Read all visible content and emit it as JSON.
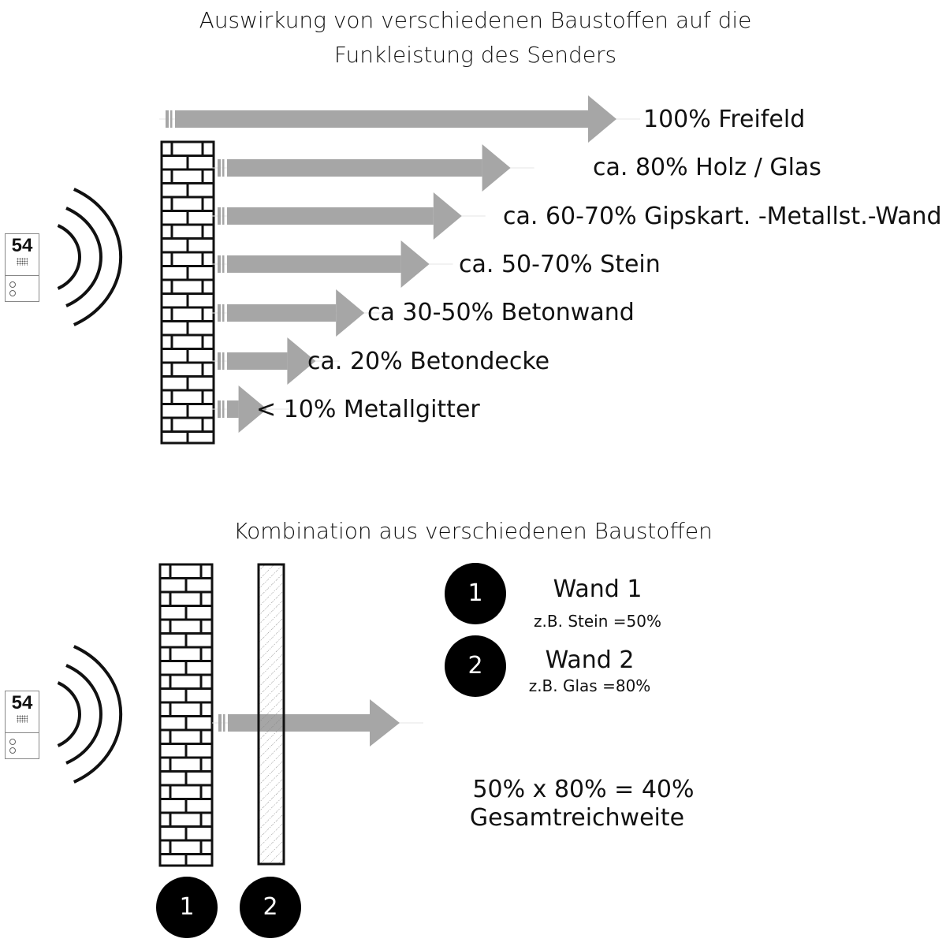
{
  "titles": {
    "top_line1": "Auswirkung von verschiedenen Baustoffen auf die",
    "top_line2": "Funkleistung des Senders",
    "bottom": "Kombination aus verschiedenen Baustoffen"
  },
  "device": {
    "number": "54"
  },
  "colors": {
    "arrow": "#a6a6a6",
    "wall": "#111111",
    "badge": "#000000",
    "badge_text": "#ffffff"
  },
  "materials": [
    {
      "label": "100% Freifeld",
      "percent": 100
    },
    {
      "label": "ca. 80% Holz / Glas",
      "percent": 80
    },
    {
      "label": "ca. 60-70% Gipskart. -Metallst.-Wand",
      "percent": 65
    },
    {
      "label": "ca. 50-70% Stein",
      "percent": 55
    },
    {
      "label": "ca 30-50% Betonwand",
      "percent": 35
    },
    {
      "label": "ca. 20% Betondecke",
      "percent": 20
    },
    {
      "label": "< 10% Metallgitter",
      "percent": 5
    }
  ],
  "combination": {
    "legend": [
      {
        "number": "1",
        "title": "Wand 1",
        "example": "z.B. Stein =50%"
      },
      {
        "number": "2",
        "title": "Wand 2",
        "example": "z.B. Glas =80%"
      }
    ],
    "formula": "50% x 80% = 40%",
    "result_label": "Gesamtreichweite",
    "wall_badges": [
      "1",
      "2"
    ]
  }
}
